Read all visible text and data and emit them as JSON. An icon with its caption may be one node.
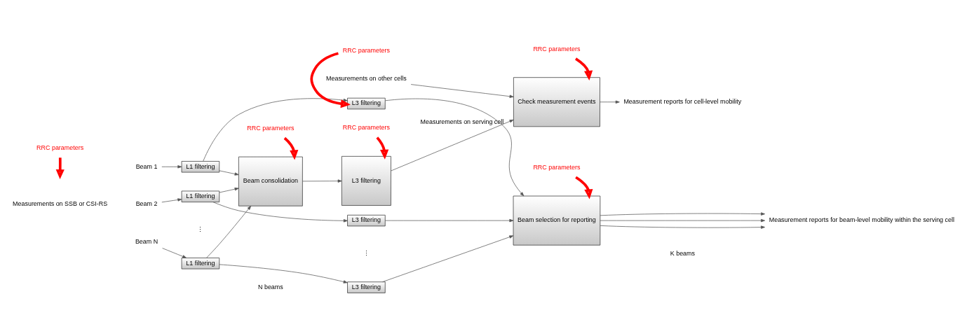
{
  "diagram": {
    "nodes": [
      {
        "text": [
          "RRC parameters"
        ]
      },
      {
        "text": [
          "Measurements on SSB or CSI-RS"
        ]
      },
      {
        "text": [
          "Beam 1"
        ]
      },
      {
        "text": [
          "Beam 2"
        ]
      },
      {
        "text": [
          "Beam N"
        ]
      },
      {
        "text": [
          "L1 filtering"
        ]
      },
      {
        "text": [
          "L1 filtering"
        ]
      },
      {
        "text": [
          "L1 filtering"
        ]
      },
      {
        "text": [
          "RRC parameters"
        ]
      },
      {
        "text": [
          "L3 filtering"
        ]
      },
      {
        "text": [
          "L3 filtering"
        ]
      },
      {
        "text": [
          "L3 filtering"
        ]
      },
      {
        "text": [
          "RRC parameters"
        ]
      },
      {
        "text": [
          "Beam selection for reporting"
        ]
      },
      {
        "text": [
          "Measurement reports for beam-level mobility within the serving cell"
        ]
      },
      {
        "text": [
          "Beam consolidation"
        ]
      },
      {
        "text": [
          "L3 filtering"
        ]
      },
      {
        "text": [
          "Check measurement events"
        ]
      },
      {
        "text": [
          "Measurement reports for cell-level mobility"
        ]
      },
      {
        "text": [
          "Measurements on other cells"
        ]
      },
      {
        "text": [
          "RRC parameters"
        ]
      },
      {
        "text": [
          "RRC parameters"
        ]
      },
      {
        "text": [
          "RRC parameters"
        ]
      }
    ],
    "edges": [
      {
        "from": 0,
        "to": null,
        "arrow": "to",
        "style": "thick",
        "color": "#ff0000"
      },
      {
        "from": 2,
        "to": 5,
        "arrow": "to"
      },
      {
        "from": 3,
        "to": 6,
        "arrow": "to"
      },
      {
        "from": 4,
        "to": 7,
        "arrow": "to"
      },
      {
        "from": 5,
        "to": 9,
        "arrow": "to"
      },
      {
        "from": 6,
        "to": 10,
        "arrow": "to"
      },
      {
        "from": 7,
        "to": 11,
        "arrow": "to"
      },
      {
        "from": 8,
        "to": 9,
        "arrow": "to",
        "style": "thick",
        "color": "#ff0000"
      },
      {
        "from": 9,
        "to": 13,
        "arrow": "to"
      },
      {
        "from": 10,
        "to": 13,
        "arrow": "to"
      },
      {
        "from": 11,
        "to": 13,
        "arrow": "to"
      },
      {
        "from": 12,
        "to": 13,
        "arrow": "to",
        "style": "thick",
        "color": "#ff0000"
      },
      {
        "from": 13,
        "to": 14,
        "arrow": "to"
      },
      {
        "from": 13,
        "to": 14,
        "arrow": "to"
      },
      {
        "from": 13,
        "to": 14,
        "arrow": "to"
      },
      {
        "from": 5,
        "to": 15,
        "arrow": "to"
      },
      {
        "from": 6,
        "to": 15,
        "arrow": "to"
      },
      {
        "from": 7,
        "to": 15,
        "arrow": "to"
      },
      {
        "from": 15,
        "to": 16,
        "arrow": "to"
      },
      {
        "from": 20,
        "to": 15,
        "arrow": "to",
        "style": "thick",
        "color": "#ff0000"
      },
      {
        "from": 21,
        "to": 16,
        "arrow": "to",
        "style": "thick",
        "color": "#ff0000"
      },
      {
        "from": 16,
        "to": 17,
        "arrow": "to",
        "label": "Measurements on serving cell"
      },
      {
        "from": 19,
        "to": 17,
        "arrow": "to"
      },
      {
        "from": 22,
        "to": 17,
        "arrow": "to",
        "style": "thick",
        "color": "#ff0000"
      },
      {
        "from": 17,
        "to": 18,
        "arrow": "to"
      }
    ],
    "labels": [
      "N beams",
      "K beams",
      "⋮",
      "⋮"
    ]
  }
}
